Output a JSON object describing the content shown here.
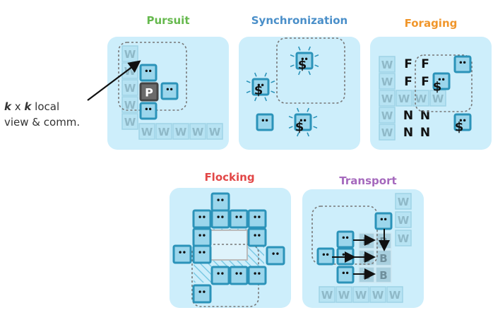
{
  "annotation": {
    "k1": "k",
    "times": " x ",
    "k2": "k",
    "rest": " local",
    "line2": "view & comm."
  },
  "colors": {
    "panel_bg": "#cdeefb",
    "agent_fill": "#9bd6ec",
    "agent_stroke": "#2b93b9",
    "wall_fill": "#b7e3f3",
    "wall_text": "#8fb9c8",
    "pursuit": "#66b94e",
    "synchronization": "#4a8fc9",
    "foraging": "#f0962b",
    "flocking": "#e24747",
    "transport": "#a569bd"
  },
  "panels": {
    "pursuit": {
      "title": "Pursuit",
      "prey": "P",
      "wall": "W"
    },
    "synchronization": {
      "title": "Synchronization",
      "sym": "$"
    },
    "foraging": {
      "title": "Foraging",
      "food": "F",
      "nest": "N",
      "wall": "W",
      "sym": "$"
    },
    "flocking": {
      "title": "Flocking"
    },
    "transport": {
      "title": "Transport",
      "box": "B",
      "wall": "W"
    }
  }
}
